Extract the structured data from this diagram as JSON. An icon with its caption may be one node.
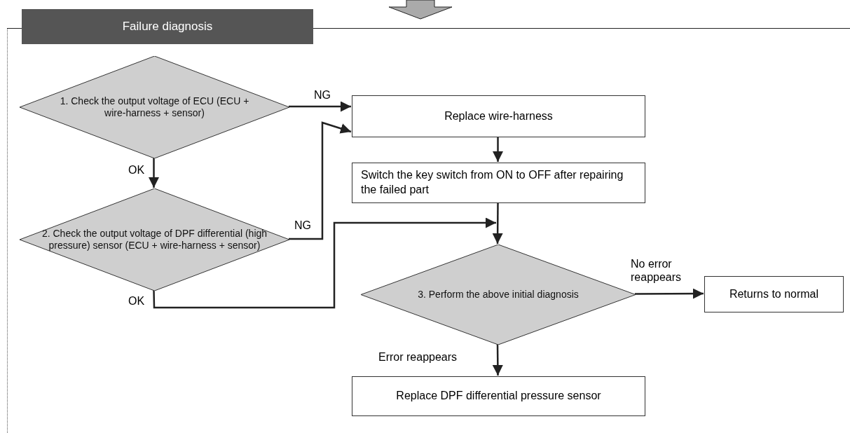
{
  "diagram": {
    "nodes": [
      {
        "text": [
          "Failure diagnosis"
        ]
      },
      {
        "text": [
          "1. Check the output voltage of ECU (ECU + wire-harness + sensor)"
        ],
        "in": 0
      },
      {
        "text": [
          "2. Check the output voltage of DPF differential (high pressure) sensor (ECU + wire-harness + sensor)"
        ],
        "in": 0
      },
      {
        "text": [
          "Replace wire-harness"
        ],
        "in": 0
      },
      {
        "text": [
          "Switch the key switch from ON to OFF after repairing the failed part"
        ],
        "in": 0
      },
      {
        "text": [
          "3. Perform the above initial diagnosis"
        ],
        "in": 0
      },
      {
        "text": [
          "Returns to normal"
        ],
        "in": 0
      },
      {
        "text": [
          "Replace DPF differential pressure sensor"
        ],
        "in": 0
      }
    ],
    "edges": [
      {
        "from": null,
        "to": 0,
        "arrow": "to"
      },
      {
        "from": 1,
        "to": 3,
        "arrow": "to",
        "label": "NG"
      },
      {
        "from": 1,
        "to": 2,
        "arrow": "to",
        "label": "OK"
      },
      {
        "from": 2,
        "to": 3,
        "arrow": "to",
        "label": "NG"
      },
      {
        "from": 2,
        "to": 5,
        "arrow": "to",
        "label": "OK"
      },
      {
        "from": 3,
        "to": 4,
        "arrow": "to"
      },
      {
        "from": 4,
        "to": 5,
        "arrow": "to"
      },
      {
        "from": 5,
        "to": 6,
        "arrow": "to",
        "label": "No error reappears"
      },
      {
        "from": 5,
        "to": 7,
        "arrow": "to",
        "label": "Error reappears"
      }
    ]
  }
}
